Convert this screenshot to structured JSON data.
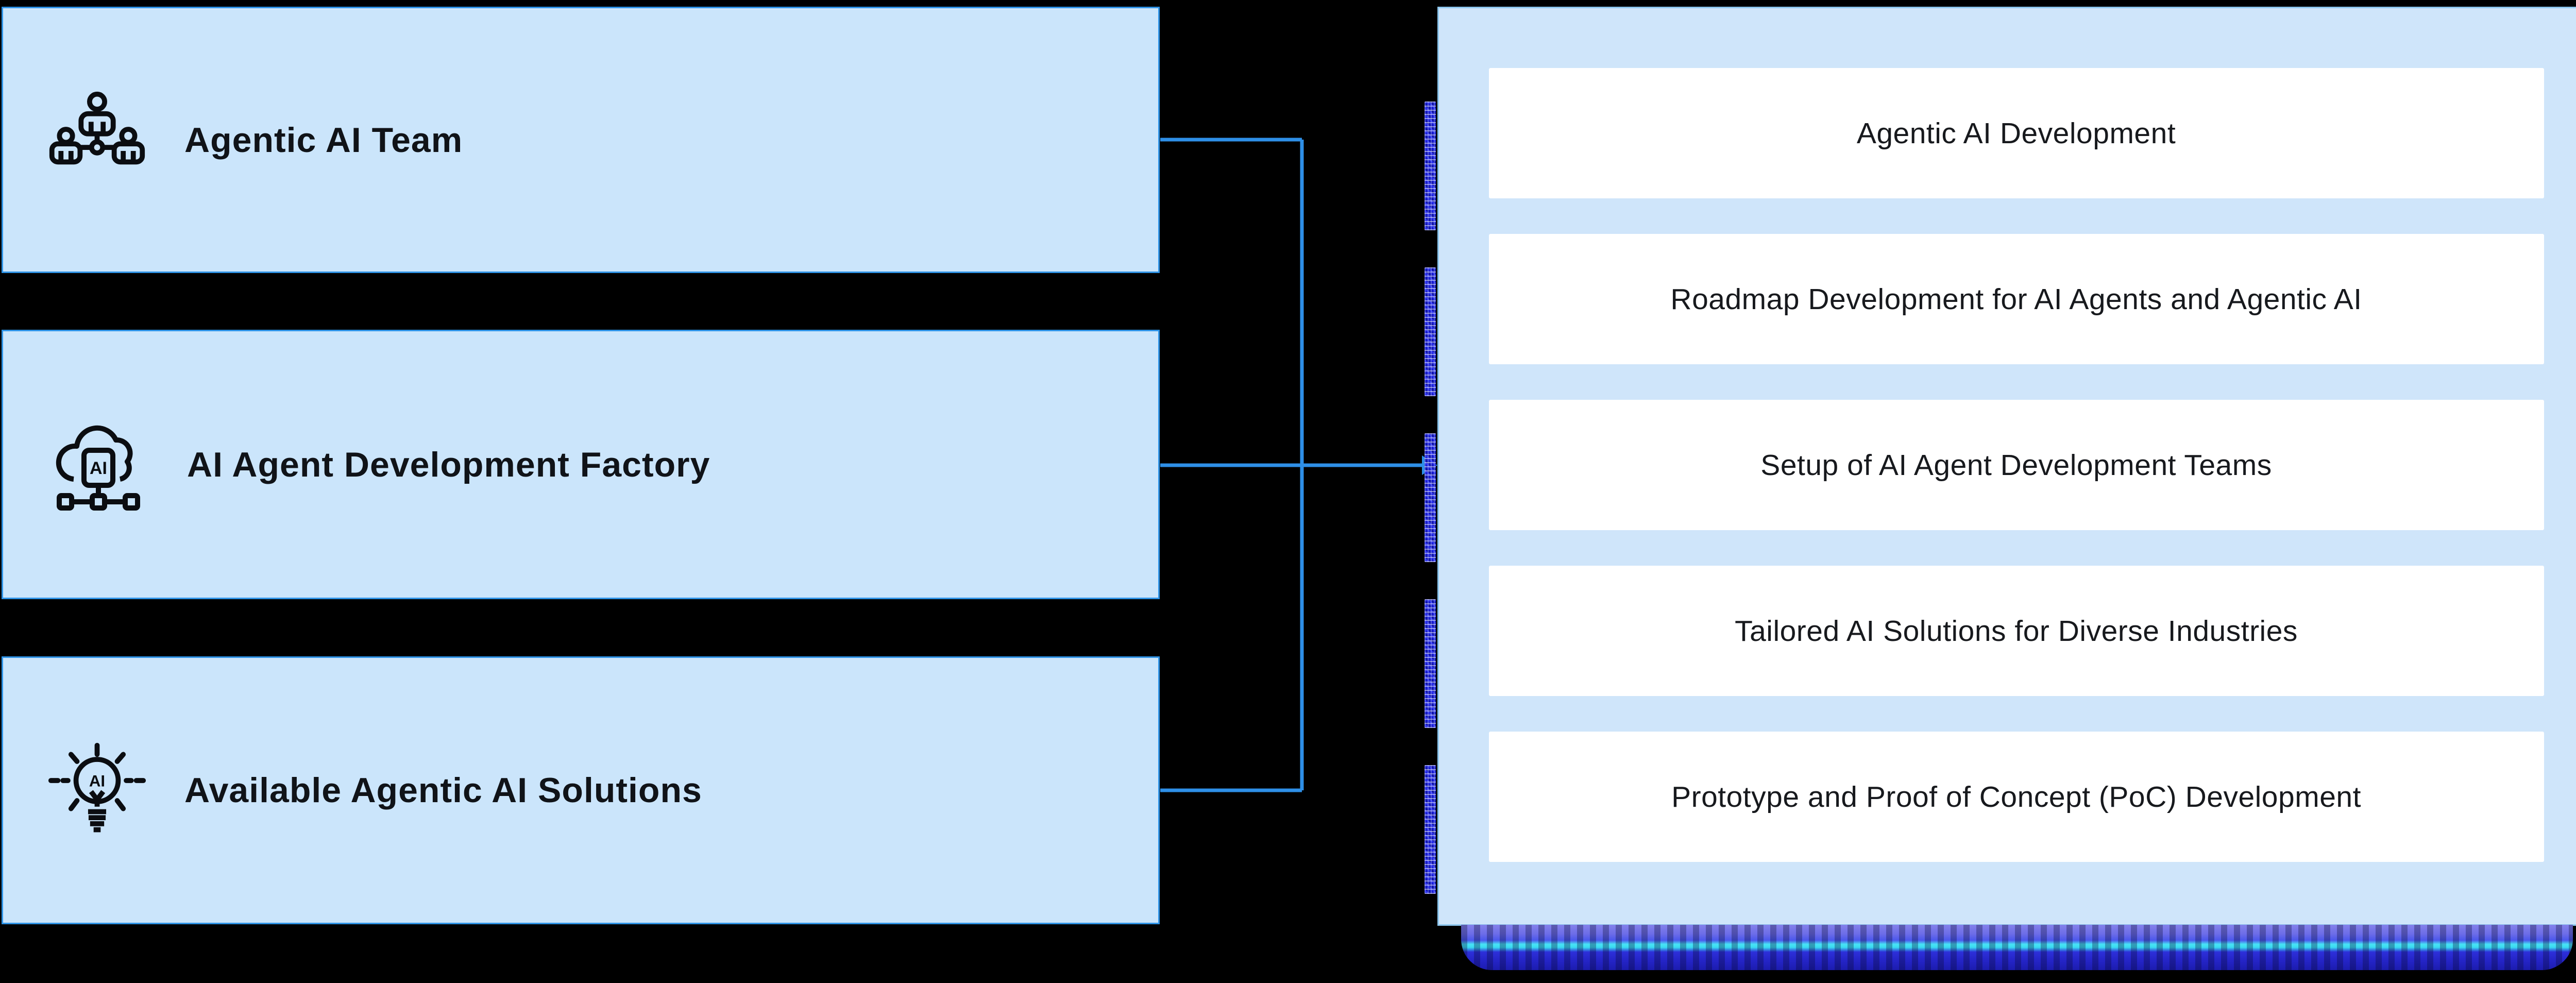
{
  "left_boxes": [
    {
      "label": "Agentic AI Team",
      "icon": "team-org-icon"
    },
    {
      "label": "AI Agent Development Factory",
      "icon": "ai-cloud-chip-icon"
    },
    {
      "label": "Available Agentic AI Solutions",
      "icon": "ai-lightbulb-icon"
    }
  ],
  "right_panel": {
    "items": [
      "Agentic AI Development",
      "Roadmap Development for AI Agents and Agentic AI",
      "Setup of AI Agent Development Teams",
      "Tailored AI Solutions for Diverse Industries",
      "Prototype and Proof of Concept (PoC) Development"
    ]
  },
  "icon_ai_label": "AI",
  "colors": {
    "background": "#000000",
    "box_fill": "#cbe5fb",
    "box_border": "#2e93e6",
    "panel_fill": "#cfe5fa",
    "panel_border": "#8cc6ee",
    "connector": "#2e8fe7",
    "glitch_blue": "#2026df",
    "shadow_purple": "#8481ea",
    "shadow_cyan": "#47e3f5",
    "shadow_navy": "#2424c6",
    "item_bg": "#ffffff",
    "text_dark": "#101318"
  }
}
